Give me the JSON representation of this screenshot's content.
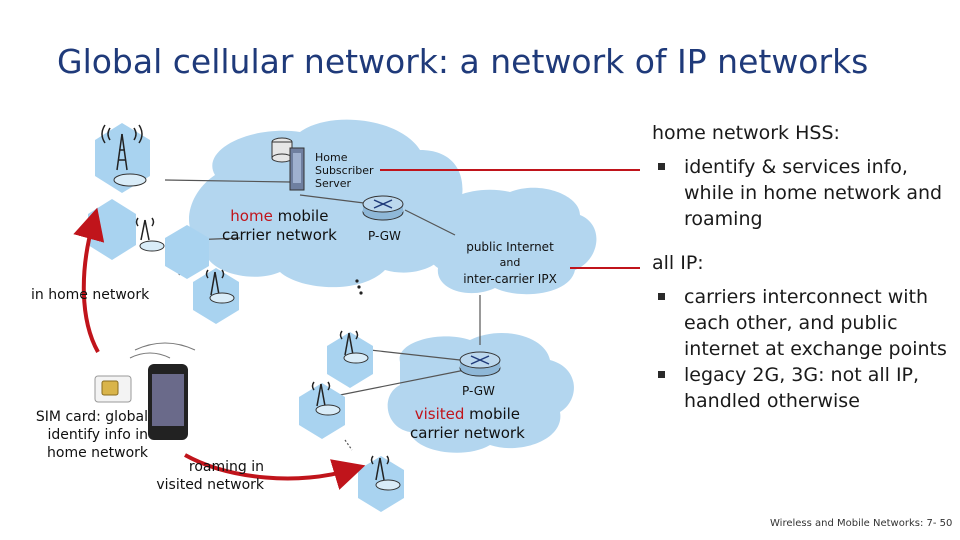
{
  "title": "Global cellular network: a network of IP networks",
  "diagram": {
    "hss_label": [
      "Home",
      "Subscriber",
      "Server"
    ],
    "home_network": {
      "word1": "home",
      "rest": " mobile",
      "line2": "carrier network"
    },
    "pgw_home": "P-GW",
    "pgw_visited": "P-GW",
    "internet": {
      "line1": "public Internet",
      "line2": "and",
      "line3": "inter-carrier IPX"
    },
    "visited_network": {
      "word1": "visited",
      "rest": " mobile",
      "line2": "carrier network"
    },
    "in_home_network": "in home network",
    "sim_card": [
      "SIM card: global",
      "identify info in",
      "home network"
    ],
    "roaming": [
      "roaming in",
      "visited network"
    ],
    "colors": {
      "cloud": "#b3d6ef",
      "hex": "#a9d3f0",
      "accent_red": "#c0141b",
      "title_blue": "#1f3a7a"
    }
  },
  "right_panel": {
    "hss_heading": "home network HSS:",
    "hss_bullets": [
      "identify & services info, while in home network and roaming"
    ],
    "ip_heading": "all IP:",
    "ip_bullets": [
      "carriers interconnect with each other, and public internet at exchange points",
      "legacy 2G, 3G: not all IP, handled otherwise"
    ]
  },
  "footer": "Wireless and Mobile Networks: 7- 50"
}
